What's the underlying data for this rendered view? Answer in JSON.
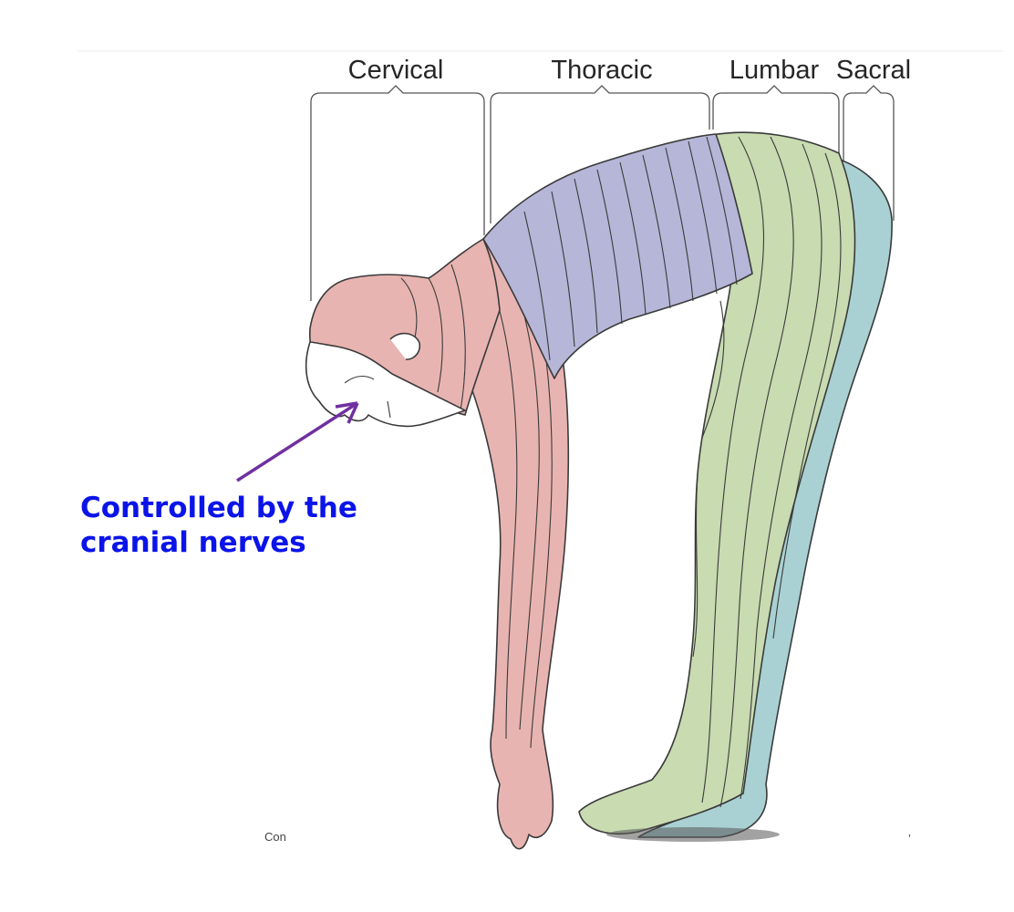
{
  "regions": {
    "cervical": {
      "label": "Cervical",
      "color": "#e8b4b1"
    },
    "thoracic": {
      "label": "Thoracic",
      "color": "#b6b6d9"
    },
    "lumbar": {
      "label": "Lumbar",
      "color": "#c8dbb1"
    },
    "sacral": {
      "label": "Sacral",
      "color": "#a9d1d3"
    }
  },
  "callout": {
    "line1": "Controlled by the",
    "line2": "cranial nerves",
    "color": "#0b14e8",
    "arrow_color": "#7030a0"
  },
  "cropped_fragments": {
    "left": "Con",
    "right": "’"
  }
}
